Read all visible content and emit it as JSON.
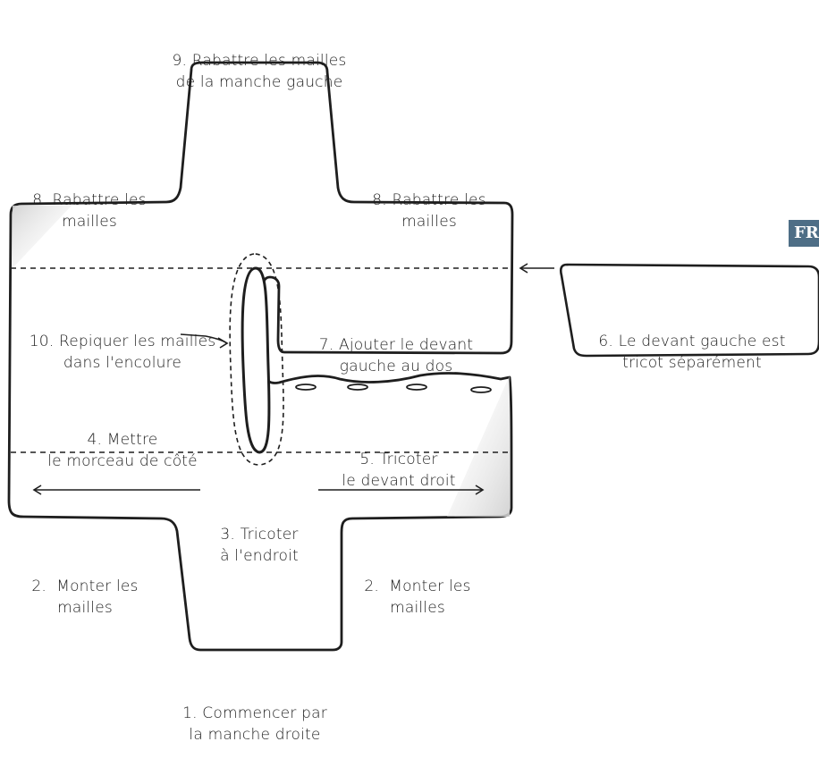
{
  "colors": {
    "outline": "#1e1e1e",
    "shade": "#d9d9d9",
    "badge": "#4e6e86",
    "background": "#ffffff"
  },
  "badge": "FR",
  "steps": {
    "s1": [
      "1. Commencer par",
      "la manche droite"
    ],
    "s2_left": [
      "2.  Monter les",
      "mailles"
    ],
    "s2_right": [
      "2.  Monter les",
      "mailles"
    ],
    "s3": [
      "3. Tricoter",
      "à l'endroit"
    ],
    "s4": [
      "4. Mettre",
      "le morceau de côté"
    ],
    "s5": [
      "5. Tricoter",
      "le devant droit"
    ],
    "s6": [
      "6. Le devant gauche est",
      "tricot séparément"
    ],
    "s7": [
      "7. Ajouter le devant",
      "gauche au dos"
    ],
    "s8_left": [
      "8. Rabattre les",
      "mailles"
    ],
    "s8_right": [
      "8. Rabattre les",
      "mailles"
    ],
    "s9": [
      "9. Rabattre les mailles",
      "de la manche gauche"
    ],
    "s10": [
      "10. Repiquer les mailles",
      "dans l'encolure"
    ]
  }
}
